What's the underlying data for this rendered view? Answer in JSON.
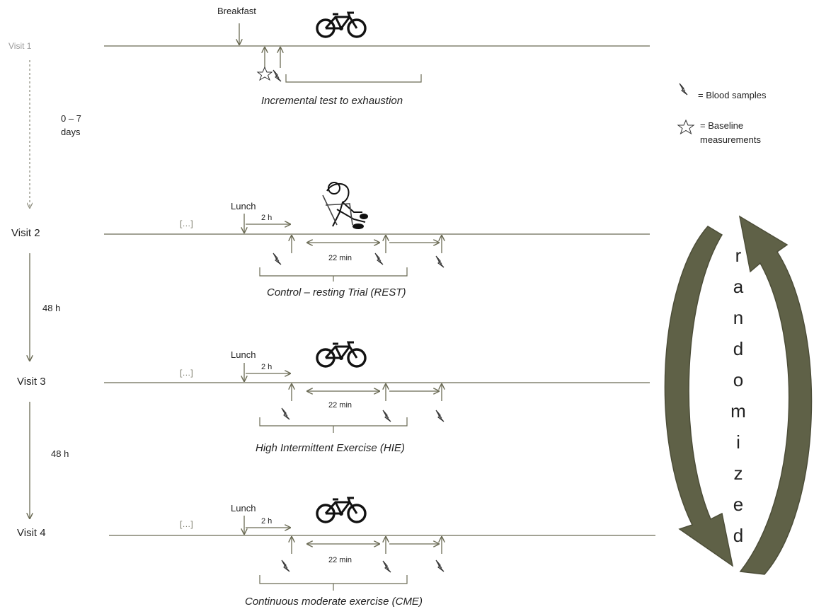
{
  "visits": {
    "v1": "Visit 1",
    "v2": "Visit 2",
    "v3": "Visit 3",
    "v4": "Visit 4"
  },
  "intervals": {
    "i1_line1": "0 – 7",
    "i1_line2": "days",
    "i2": "48 h",
    "i3": "48 h"
  },
  "meals": {
    "breakfast": "Breakfast",
    "lunch2": "Lunch",
    "lunch3": "Lunch",
    "lunch4": "Lunch"
  },
  "durations": {
    "d2_2h": "2 h",
    "d3_2h": "2 h",
    "d4_2h": "2 h",
    "d2_22": "22 min",
    "d3_22": "22 min",
    "d4_22": "22 min"
  },
  "ellipsis": {
    "e2": "[…]",
    "e3": "[…]",
    "e4": "[…]"
  },
  "captions": {
    "c1": "Incremental test to exhaustion",
    "c2": "Control – resting Trial (REST)",
    "c3": "High Intermittent Exercise (HIE)",
    "c4": "Continuous moderate exercise (CME)"
  },
  "legend": {
    "blood": "= Blood samples",
    "baseline_1": "= Baseline",
    "baseline_2": "measurements"
  },
  "randomized": [
    "r",
    "a",
    "n",
    "d",
    "o",
    "m",
    "i",
    "z",
    "e",
    "d"
  ],
  "icons": {
    "bike": "bicycle-icon",
    "rest": "resting-person-icon",
    "blood": "lightning-icon",
    "baseline": "star-icon"
  },
  "colors": {
    "line": "#6b6b55",
    "arrow_band": "#5f6147",
    "dim_text": "#9a9a9a"
  }
}
